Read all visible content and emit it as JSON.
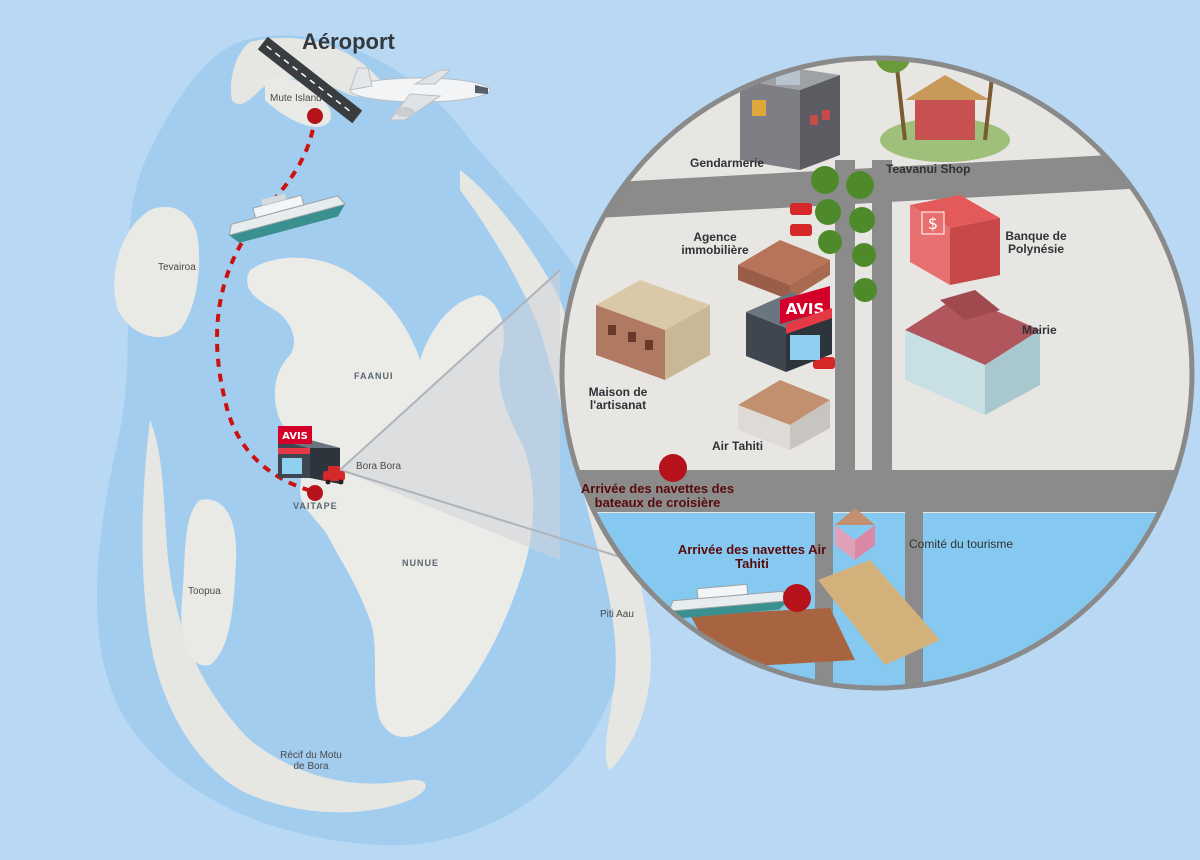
{
  "map_title": "Aéroport",
  "map_labels": {
    "mute_island": "Mute Island",
    "tevairoa": "Tevairoa",
    "faanui": "FAANUI",
    "bora_bora": "Bora Bora",
    "vaitape": "VAITAPE",
    "nunue": "NUNUE",
    "toopua": "Toopua",
    "piti_aau": "Piti Aau",
    "recif": "Récif du Motu de Bora"
  },
  "zoom_labels": {
    "gendarmerie": "Gendarmerie",
    "teavanui": "Teavanui Shop",
    "agence": "Agence immobilière",
    "banque": "Banque de Polynésie",
    "mairie": "Mairie",
    "maison": "Maison de l'artisanat",
    "air_tahiti": "Air Tahiti",
    "comite": "Comité du tourisme",
    "arrivee_croisiere": "Arrivée des navettes des bateaux de croisière",
    "arrivee_air_tahiti": "Arrivée des navettes Air Tahiti"
  },
  "logo_text": "AVIS",
  "icons": [
    "airplane-icon",
    "ferry-icon",
    "avis-store-icon",
    "car-icon",
    "palm-tree-icon",
    "bank-icon",
    "location-marker-icon"
  ],
  "colors": {
    "ocean": "#b8d8f4",
    "lagoon": "#9fcaf0",
    "land": "#e9e9e6",
    "route": "#cc1111",
    "marker": "#b5121b",
    "avis_red": "#d4002a",
    "zoom_border": "#8a8a8a"
  }
}
